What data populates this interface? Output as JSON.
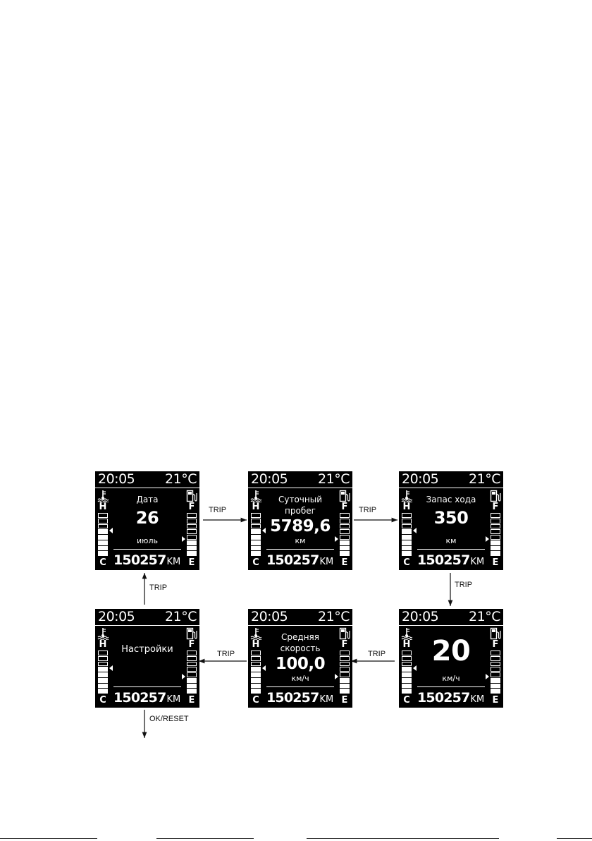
{
  "screens": [
    {
      "id": "date",
      "time": "20:05",
      "temp": "21°C",
      "labels": [
        "Дата"
      ],
      "value": "26",
      "unit": "июль",
      "gauge_temp": 0.6,
      "gauge_fuel": 0.4,
      "odometer": "150257",
      "odo_unit": "KM"
    },
    {
      "id": "trip",
      "time": "20:05",
      "temp": "21°C",
      "labels": [
        "Суточный",
        "пробег"
      ],
      "value": "5789,6",
      "unit": "км",
      "gauge_temp": 0.6,
      "gauge_fuel": 0.4,
      "odometer": "150257",
      "odo_unit": "KM"
    },
    {
      "id": "range",
      "time": "20:05",
      "temp": "21°C",
      "labels": [
        "Запас хода"
      ],
      "value": "350",
      "unit": "км",
      "gauge_temp": 0.6,
      "gauge_fuel": 0.4,
      "odometer": "150257",
      "odo_unit": "KM"
    },
    {
      "id": "speed",
      "time": "20:05",
      "temp": "21°C",
      "labels": [],
      "value": "20",
      "unit": "км/ч",
      "gauge_temp": 0.6,
      "gauge_fuel": 0.4,
      "odometer": "150257",
      "odo_unit": "KM"
    },
    {
      "id": "avg",
      "time": "20:05",
      "temp": "21°C",
      "labels": [
        "Средняя",
        "скорость"
      ],
      "value": "100,0",
      "unit": "км/ч",
      "gauge_temp": 0.6,
      "gauge_fuel": 0.4,
      "odometer": "150257",
      "odo_unit": "KM"
    },
    {
      "id": "settings",
      "time": "20:05",
      "temp": "21°C",
      "labels": [
        "Настройки"
      ],
      "value": "",
      "unit": "",
      "gauge_temp": 0.6,
      "gauge_fuel": 0.4,
      "odometer": "150257",
      "odo_unit": "KM"
    }
  ],
  "gauge_letters": {
    "hot": "H",
    "cold": "C",
    "full": "F",
    "empty": "E"
  },
  "arrows": [
    {
      "from": "date",
      "to": "trip",
      "label": "TRIP"
    },
    {
      "from": "trip",
      "to": "range",
      "label": "TRIP"
    },
    {
      "from": "range",
      "to": "speed",
      "label": "TRIP"
    },
    {
      "from": "speed",
      "to": "avg",
      "label": "TRIP"
    },
    {
      "from": "avg",
      "to": "settings",
      "label": "TRIP"
    },
    {
      "from": "settings",
      "to": "date",
      "label": "TRIP"
    },
    {
      "from": "settings",
      "to": "",
      "label": "OK/RESET"
    }
  ],
  "icons": {
    "coolant": "coolant-temperature-icon",
    "fuel": "fuel-pump-icon"
  }
}
